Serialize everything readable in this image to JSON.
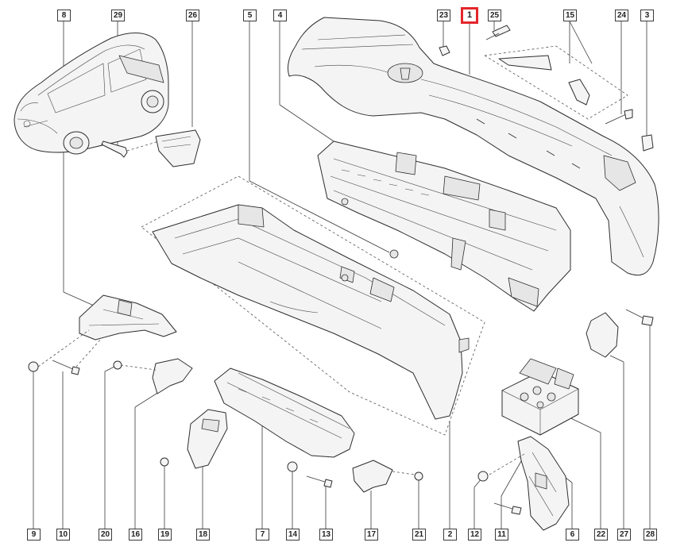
{
  "diagram": {
    "highlight_color": "#e3262b",
    "line_color": "#3a3a3a",
    "part_fill": "#f4f4f4",
    "selected_part": "1",
    "top_labels": [
      "8",
      "29",
      "26",
      "5",
      "4",
      "23",
      "1",
      "25",
      "15",
      "24",
      "3"
    ],
    "bottom_labels": [
      "9",
      "10",
      "20",
      "16",
      "19",
      "18",
      "7",
      "14",
      "13",
      "17",
      "21",
      "2",
      "12",
      "11",
      "6",
      "22",
      "27",
      "28"
    ]
  }
}
